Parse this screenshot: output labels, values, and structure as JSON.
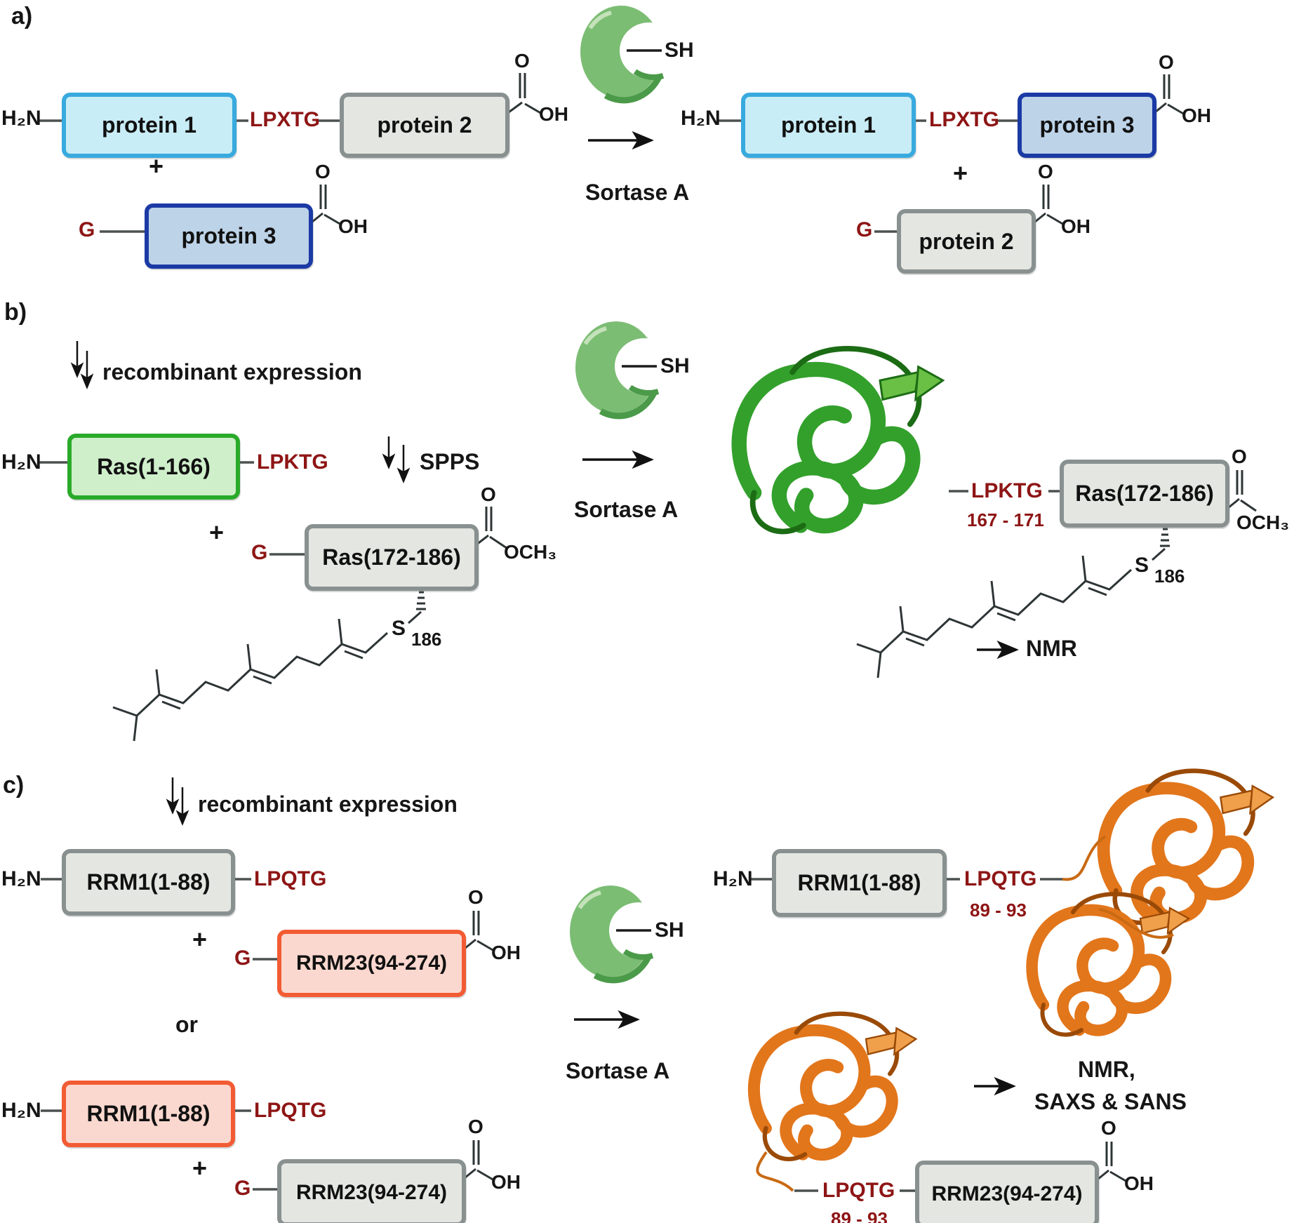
{
  "glyphs": {
    "h2n": "H₂N",
    "plus": "+",
    "g": "G",
    "o": "O",
    "oh": "OH",
    "och3": "OCH₃",
    "s": "S",
    "sh": "SH"
  },
  "colors": {
    "background": "#ffffff",
    "cyan_box_fill": "#c9edf6",
    "cyan_box_border": "#38aade",
    "grey_box_fill": "#e4e6e1",
    "grey_box_border": "#899090",
    "navy_box_fill": "#bdd3e8",
    "navy_box_border": "#1b3aa5",
    "green_box_fill": "#cfefcb",
    "green_box_border": "#2aaa2a",
    "salmon_box_fill": "#fbd8cf",
    "salmon_box_border": "#f25b33",
    "linker_text": "#8e1515",
    "sortase_green": "#7cbd74",
    "sortase_green_dark": "#4b9a49",
    "ribbon_green": "#33a02c",
    "ribbon_orange": "#e2761b"
  },
  "panel_a": {
    "label": "a)",
    "protein1": "protein 1",
    "protein2": "protein 2",
    "protein3": "protein 3",
    "lpxtg": "LPXTG",
    "sortase": "Sortase A"
  },
  "panel_b": {
    "label": "b)",
    "recombinant": "recombinant expression",
    "spps": "SPPS",
    "ras_core": "Ras(1-166)",
    "lpktg": "LPKTG",
    "ras_tail": "Ras(172-186)",
    "res186": "186",
    "range": "167 - 171",
    "sortase": "Sortase A",
    "nmr": "NMR"
  },
  "panel_c": {
    "label": "c)",
    "recombinant": "recombinant expression",
    "or": "or",
    "rrm1": "RRM1(1-88)",
    "lpqtg": "LPQTG",
    "rrm23": "RRM23(94-274)",
    "range": "89 - 93",
    "sortase": "Sortase A",
    "nmr1": "NMR,",
    "nmr2": "SAXS & SANS"
  }
}
